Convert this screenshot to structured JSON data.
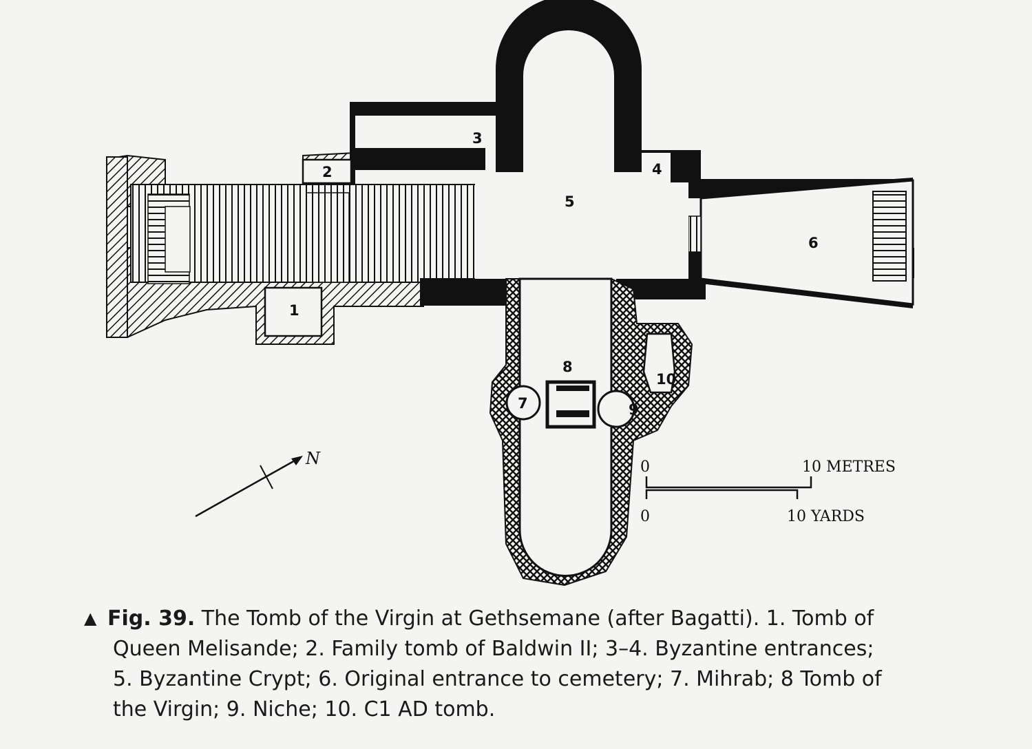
{
  "plan": {
    "room_labels": [
      "1",
      "2",
      "3",
      "4",
      "5",
      "6",
      "7",
      "8",
      "9",
      "10"
    ],
    "north_label": "N",
    "scale": {
      "metres_zero": "0",
      "metres_label": "10 METRES",
      "yards_zero": "0",
      "yards_label": "10 YARDS"
    }
  },
  "caption": {
    "marker": "▲",
    "figure": "Fig. 39.",
    "lines": [
      "The Tomb of the Virgin at Gethsemane (after Bagatti). 1. Tomb of",
      "Queen Melisande; 2. Family tomb of Baldwin II; 3–4. Byzantine entrances;",
      "5. Byzantine Crypt; 6. Original entrance to cemetery; 7. Mihrab; 8 Tomb of",
      "the Virgin; 9. Niche; 10. C1 AD tomb."
    ]
  }
}
